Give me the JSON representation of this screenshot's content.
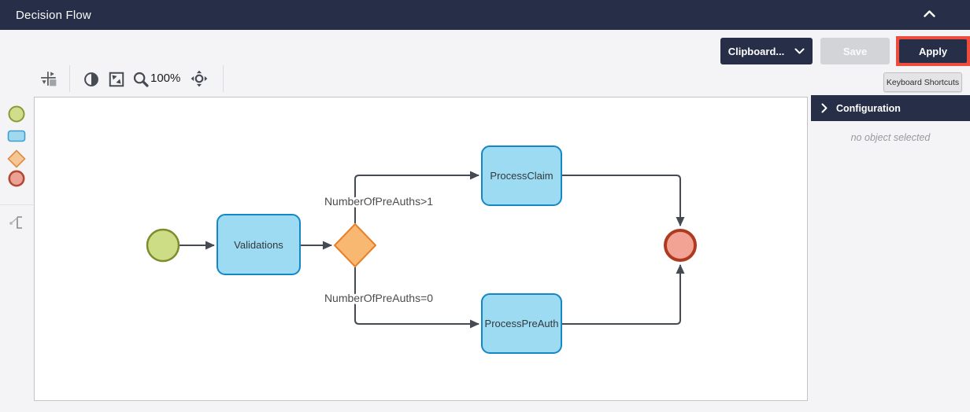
{
  "header": {
    "title": "Decision Flow"
  },
  "actions": {
    "clipboard_label": "Clipboard...",
    "save_label": "Save",
    "apply_label": "Apply",
    "keyboard_shortcuts_label": "Keyboard Shortcuts"
  },
  "canvas_toolbar": {
    "zoom_level": "100%",
    "icons": [
      "snap-to-grid",
      "contrast",
      "fit-to-screen",
      "zoom-search",
      "pan-center"
    ]
  },
  "palette": {
    "items": [
      "start-event",
      "task",
      "gateway",
      "end-event",
      "connector"
    ]
  },
  "diagram": {
    "nodes": [
      {
        "id": "start",
        "type": "start-event",
        "label": ""
      },
      {
        "id": "validations",
        "type": "task",
        "label": "Validations"
      },
      {
        "id": "gateway",
        "type": "exclusive-gateway",
        "label": ""
      },
      {
        "id": "processClaim",
        "type": "task",
        "label": "ProcessClaim"
      },
      {
        "id": "processPreAuth",
        "type": "task",
        "label": "ProcessPreAuth"
      },
      {
        "id": "end",
        "type": "end-event",
        "label": ""
      }
    ],
    "edges": [
      {
        "from": "start",
        "to": "validations",
        "label": ""
      },
      {
        "from": "validations",
        "to": "gateway",
        "label": ""
      },
      {
        "from": "gateway",
        "to": "processClaim",
        "label": "NumberOfPreAuths>1"
      },
      {
        "from": "gateway",
        "to": "processPreAuth",
        "label": "NumberOfPreAuths=0"
      },
      {
        "from": "processClaim",
        "to": "end",
        "label": ""
      },
      {
        "from": "processPreAuth",
        "to": "end",
        "label": ""
      }
    ]
  },
  "config_panel": {
    "title": "Configuration",
    "empty_message": "no object selected"
  },
  "colors": {
    "navy": "#272e47",
    "highlight_red": "#ef4c3e",
    "page_bg": "#f4f4f7",
    "task_fill": "#9cdbf2",
    "task_stroke": "#1587c5",
    "start_fill": "#cddd85",
    "start_stroke": "#7e8c2b",
    "gateway_fill": "#f8b871",
    "gateway_stroke": "#e8802a",
    "end_fill": "#f1a493",
    "end_stroke": "#ae3a20",
    "edge_color": "#454a53"
  }
}
